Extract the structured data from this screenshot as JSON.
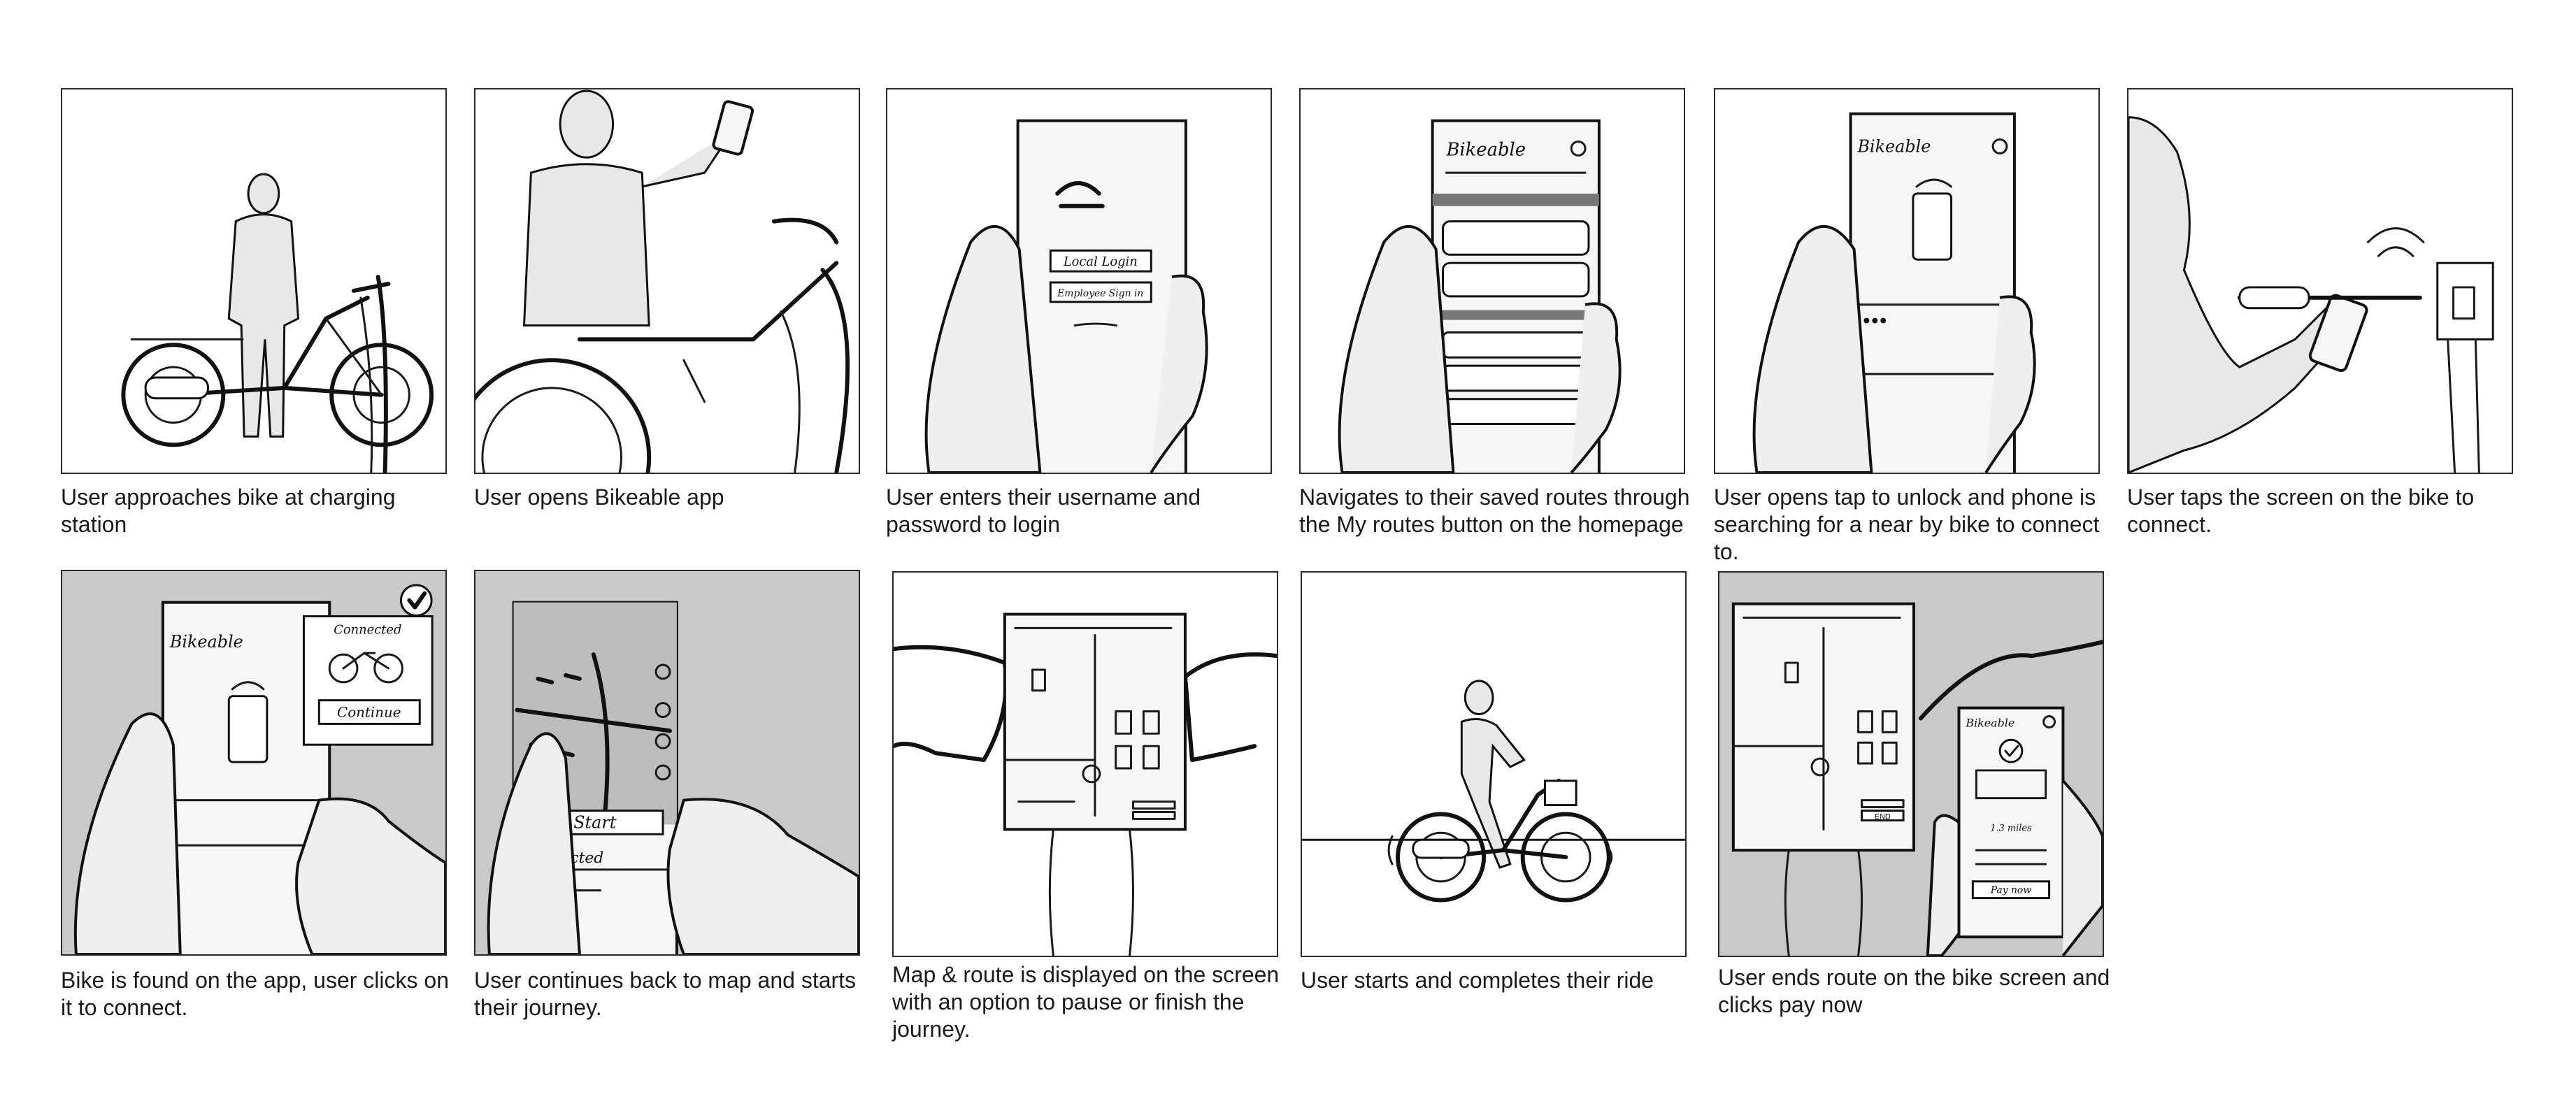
{
  "app_name": "Bikeable",
  "panels": [
    {
      "id": 1,
      "caption": "User approaches bike at charging station",
      "shaded": false
    },
    {
      "id": 2,
      "caption": "User opens Bikeable app",
      "shaded": false
    },
    {
      "id": 3,
      "caption": "User enters their username and password to login",
      "shaded": false,
      "screen": {
        "button_1": "Local Login",
        "button_2": "Employee Sign in"
      }
    },
    {
      "id": 4,
      "caption": "Navigates to their saved routes through the My routes button on the homepage",
      "shaded": false,
      "screen": {
        "brand": "Bikeable"
      }
    },
    {
      "id": 5,
      "caption": "User opens tap to unlock and phone is searching for a near by bike to connect to.",
      "shaded": false,
      "screen": {
        "brand": "Bikeable"
      }
    },
    {
      "id": 6,
      "caption": "User taps the screen on the bike to connect.",
      "shaded": false
    },
    {
      "id": 7,
      "caption": "Bike is found on the app, user clicks on it to connect.",
      "shaded": true,
      "screen": {
        "brand": "Bikeable",
        "popup_title": "Connected",
        "popup_button": "Continue"
      }
    },
    {
      "id": 8,
      "caption": "User continues back to map and starts their journey.",
      "shaded": true,
      "screen": {
        "start_button": "Start",
        "status": "Connected"
      }
    },
    {
      "id": 9,
      "caption": "Map & route is displayed on the screen with an option to pause or finish the journey.",
      "shaded": false
    },
    {
      "id": 10,
      "caption": "User starts and completes their ride",
      "shaded": false
    },
    {
      "id": 11,
      "caption": "User ends route on the bike screen and clicks pay now",
      "shaded": true,
      "screen": {
        "brand": "Bikeable",
        "end_button": "END",
        "distance": "1.3 miles",
        "pay_button": "Pay now"
      }
    }
  ]
}
